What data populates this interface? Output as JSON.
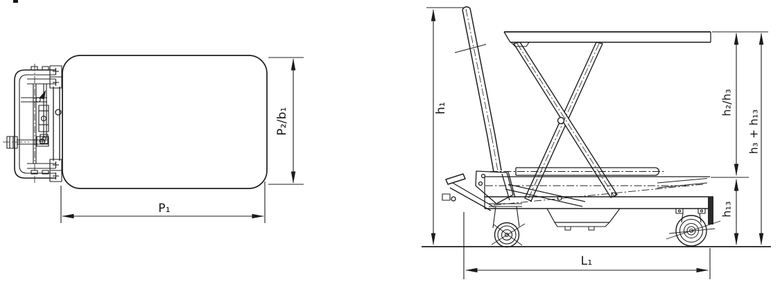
{
  "figure": {
    "background": "#ffffff",
    "line_color": "#1c1c1c",
    "type": "technical-dimension-drawing"
  },
  "top_view": {
    "labels": {
      "platform_width": "P₂/b₁",
      "platform_length": "P₁"
    }
  },
  "side_view": {
    "labels": {
      "handle_height": "h₁",
      "raised_platform_height": "h₂/h₃",
      "raised_plus_chassis_height": "h₃ + h₁₃",
      "chassis_height": "h₁₃",
      "overall_length": "L₁"
    }
  }
}
